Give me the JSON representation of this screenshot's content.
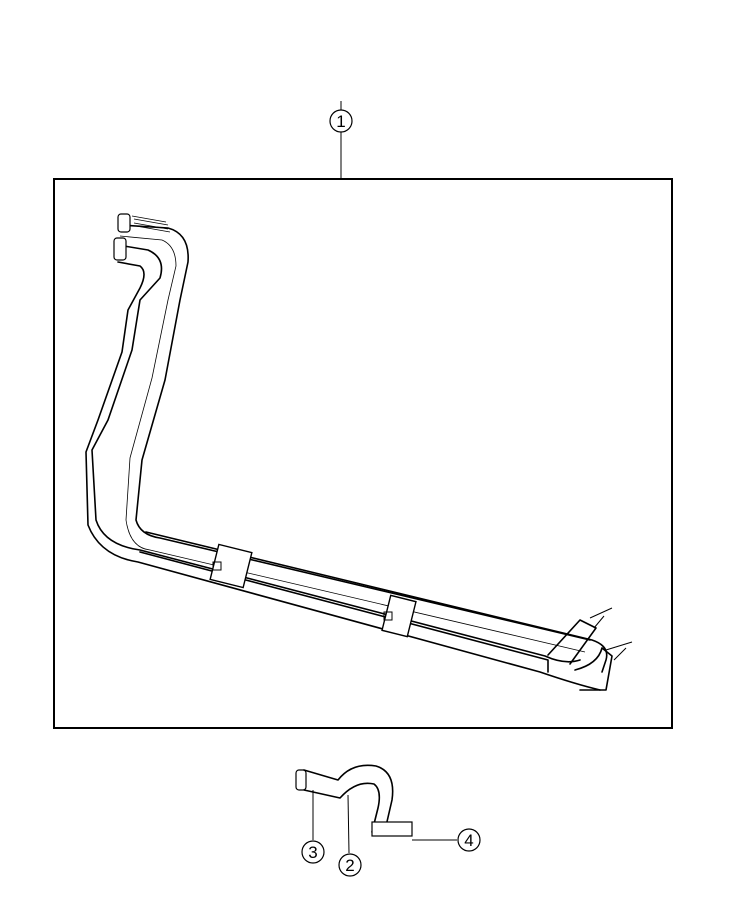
{
  "callouts": [
    {
      "id": "c1",
      "label": "1"
    },
    {
      "id": "c2",
      "label": "2"
    },
    {
      "id": "c3",
      "label": "3"
    },
    {
      "id": "c4",
      "label": "4"
    }
  ],
  "colors": {
    "line": "#000000",
    "background": "#ffffff"
  }
}
